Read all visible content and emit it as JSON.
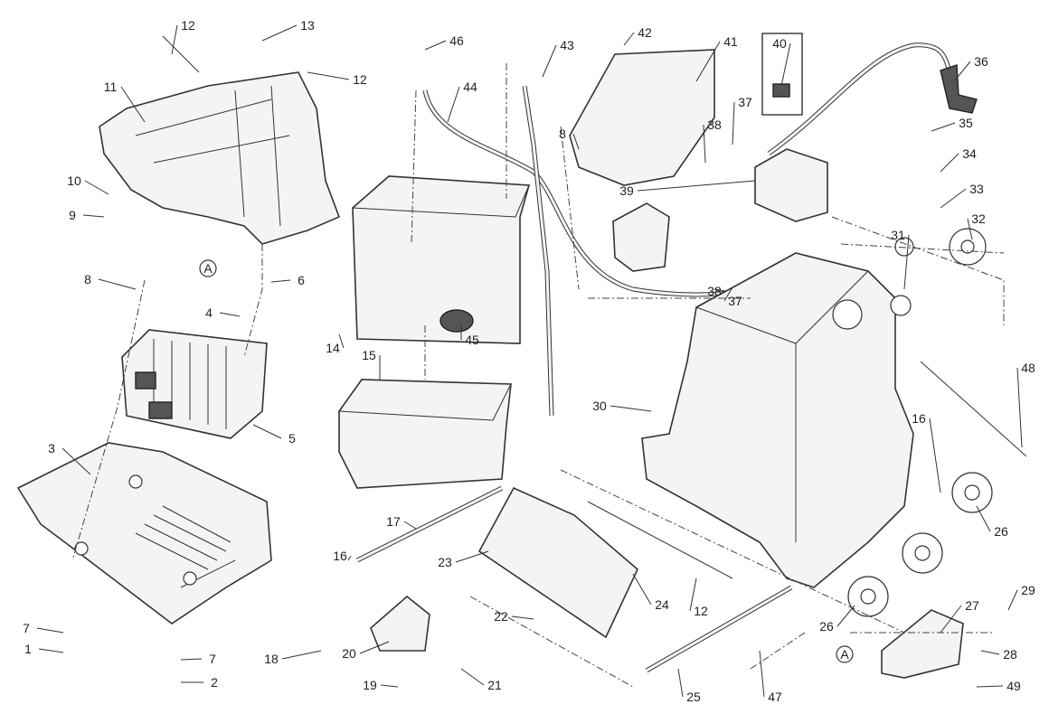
{
  "diagram": {
    "callouts": [
      "12",
      "13",
      "12",
      "46",
      "43",
      "42",
      "41",
      "40",
      "36",
      "44",
      "11",
      "10",
      "9",
      "8",
      "38",
      "37",
      "35",
      "34",
      "33",
      "32",
      "31",
      "39",
      "38",
      "37",
      "8",
      "6",
      "4",
      "14",
      "15",
      "45",
      "30",
      "48",
      "16",
      "5",
      "3",
      "17",
      "16",
      "23",
      "24",
      "12",
      "26",
      "26",
      "27",
      "29",
      "28",
      "49",
      "22",
      "18",
      "20",
      "21",
      "19",
      "25",
      "47",
      "7",
      "1",
      "7",
      "2"
    ],
    "section_markers": [
      "A",
      "A"
    ]
  }
}
